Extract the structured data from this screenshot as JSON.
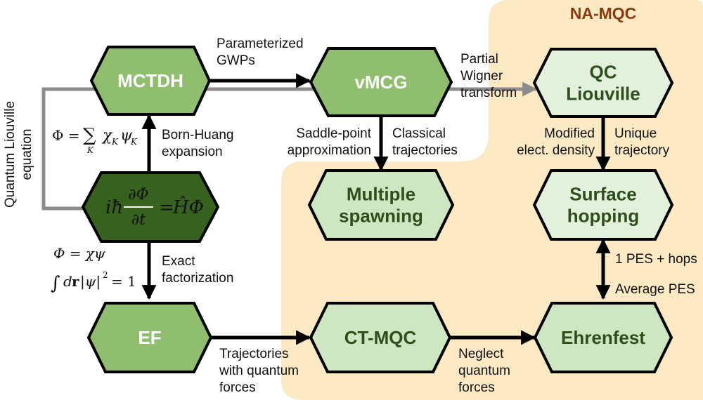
{
  "colors": {
    "region_fill": "#fde9c4",
    "region_title": "#8a3b0e",
    "node_mid": "#8fbe6e",
    "node_light": "#cfe6c3",
    "node_pale": "#e3f0dc",
    "node_dark": "#36611f",
    "node_text_light": "#ffffff",
    "node_text_dark": "#2e4f1c",
    "stroke": "#000000",
    "gray_line": "#8c8c8c"
  },
  "region": {
    "title": "NA-MQC"
  },
  "nodes": {
    "mctdh": {
      "lines": [
        "MCTDH"
      ]
    },
    "vmcg": {
      "lines": [
        "vMCG"
      ]
    },
    "qc": {
      "lines": [
        "QC",
        "Liouville"
      ]
    },
    "tdse": {
      "lhs": "iħ∂Φ/∂t",
      "eq": "=",
      "rhs": "ĤΦ"
    },
    "ms": {
      "lines": [
        "Multiple",
        "spawning"
      ]
    },
    "sh": {
      "lines": [
        "Surface",
        "hopping"
      ]
    },
    "ef": {
      "lines": [
        "EF"
      ]
    },
    "ctmqc": {
      "lines": [
        "CT-MQC"
      ]
    },
    "ehr": {
      "lines": [
        "Ehrenfest"
      ]
    }
  },
  "labels": {
    "param_gwps": [
      "Parameterized",
      "GWPs"
    ],
    "partial_wigner": [
      "Partial",
      "Wigner",
      "transform"
    ],
    "born_huang": [
      "Born-Huang",
      "expansion"
    ],
    "saddle": [
      "Saddle-point",
      "approximation"
    ],
    "classical": [
      "Classical",
      "trajectories"
    ],
    "modified": [
      "Modified",
      "elect. density"
    ],
    "unique": [
      "Unique",
      "trajectory"
    ],
    "quantum_liouville": [
      "Quantum Liouville",
      "equation"
    ],
    "exact_fact": [
      "Exact",
      "factorization"
    ],
    "one_pes": [
      "1 PES + hops"
    ],
    "avg_pes": [
      "Average PES"
    ],
    "traj_qf": [
      "Trajectories",
      "with quantum",
      "forces"
    ],
    "neglect": [
      "Neglect",
      "quantum",
      "forces"
    ]
  },
  "math": {
    "bh_lhs": "Φ =",
    "bh_sum": "∑",
    "bh_index": "K",
    "bh_chi": "χ",
    "bh_chi_sub": "K",
    "bh_psi": "ψ",
    "bh_psi_sub": "K",
    "ef_eq": "Φ = χψ",
    "norm_int": "∫",
    "norm_d": "d",
    "norm_r": "r",
    "norm_abs": "|ψ|",
    "norm_exp": "2",
    "norm_rhs": "= 1"
  }
}
